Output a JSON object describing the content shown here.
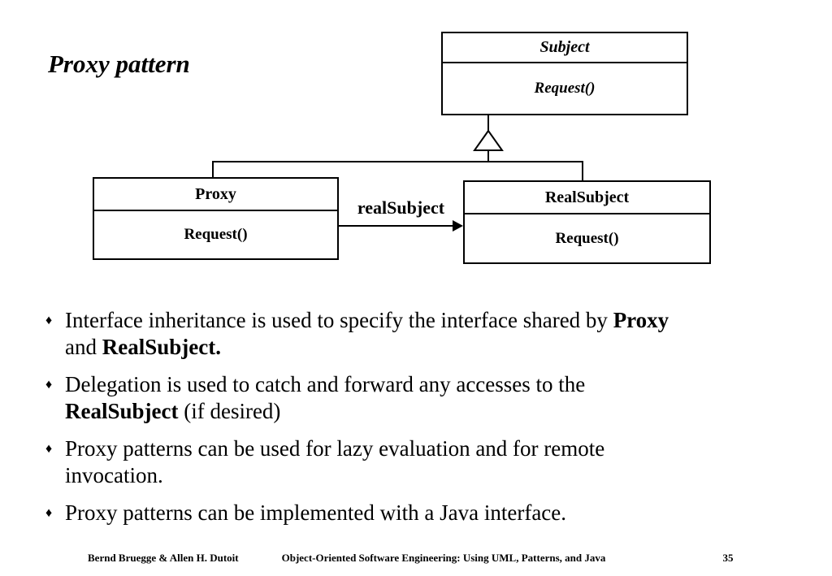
{
  "slide": {
    "title": "Proxy pattern",
    "background_color": "#ffffff",
    "text_color": "#000000"
  },
  "diagram": {
    "subject_class": {
      "name": "Subject",
      "method": "Request()"
    },
    "proxy_class": {
      "name": "Proxy",
      "method": "Request()"
    },
    "realsubject_class": {
      "name": "RealSubject",
      "method": "Request()"
    },
    "association_label": "realSubject"
  },
  "bullet_glyph": "♦",
  "bullets": [
    {
      "lines": [
        [
          {
            "t": "Interface inheritance is used to specify the interface shared by "
          },
          {
            "t": "Proxy",
            "b": true
          }
        ],
        [
          {
            "t": "and "
          },
          {
            "t": "RealSubject.",
            "b": true
          }
        ]
      ]
    },
    {
      "lines": [
        [
          {
            "t": "Delegation is used to catch and forward any accesses to the"
          }
        ],
        [
          {
            "t": "RealSubject",
            "b": true
          },
          {
            "t": " (if desired)"
          }
        ]
      ]
    },
    {
      "lines": [
        [
          {
            "t": "Proxy patterns can be used for lazy evaluation and for remote"
          }
        ],
        [
          {
            "t": "invocation."
          }
        ]
      ]
    },
    {
      "lines": [
        [
          {
            "t": "Proxy patterns can be implemented with a Java interface."
          }
        ]
      ]
    }
  ],
  "footer": {
    "authors": "Bernd Bruegge & Allen H. Dutoit",
    "book": "Object-Oriented Software Engineering: Using UML, Patterns, and Java",
    "page_number": "35"
  }
}
